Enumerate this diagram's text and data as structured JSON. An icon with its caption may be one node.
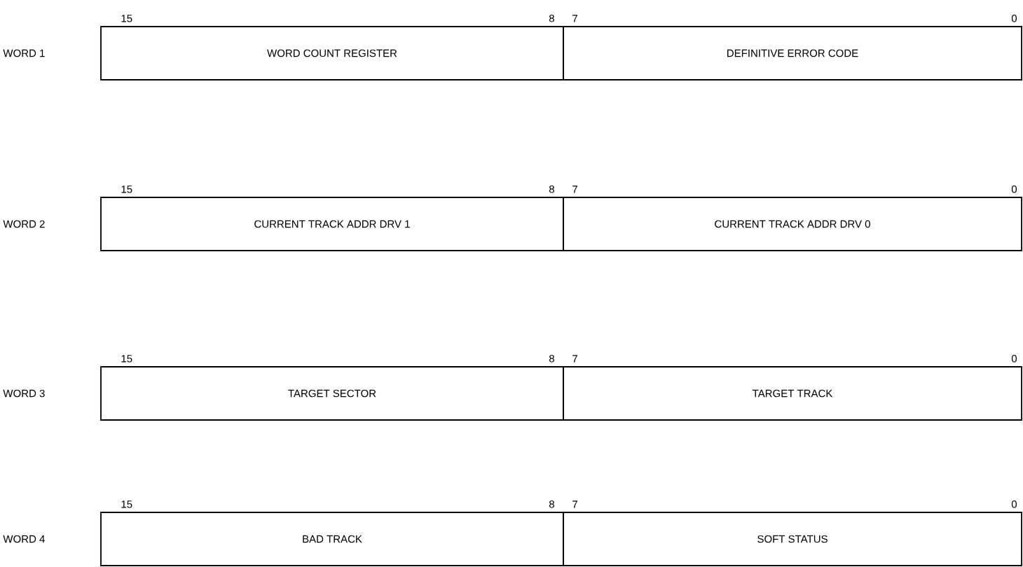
{
  "diagram": {
    "nodes": [
      {
        "text": [
          "WORD COUNT REGISTER"
        ]
      },
      {
        "text": [
          "DEFINITIVE ERROR CODE"
        ]
      },
      {
        "text": [
          "CURRENT TRACK ADDR DRV 1"
        ]
      },
      {
        "text": [
          "CURRENT TRACK ADDR DRV 0"
        ]
      },
      {
        "text": [
          "TARGET SECTOR"
        ]
      },
      {
        "text": [
          "TARGET TRACK"
        ]
      },
      {
        "text": [
          "BAD TRACK"
        ]
      },
      {
        "text": [
          "SOFT STATUS"
        ]
      }
    ],
    "labels": [
      "15",
      "8",
      "7",
      "0",
      "WORD 1",
      "15",
      "8",
      "7",
      "0",
      "WORD 2",
      "15",
      "8",
      "7",
      "0",
      "WORD 3",
      "15",
      "8",
      "7",
      "0",
      "WORD 4"
    ]
  }
}
